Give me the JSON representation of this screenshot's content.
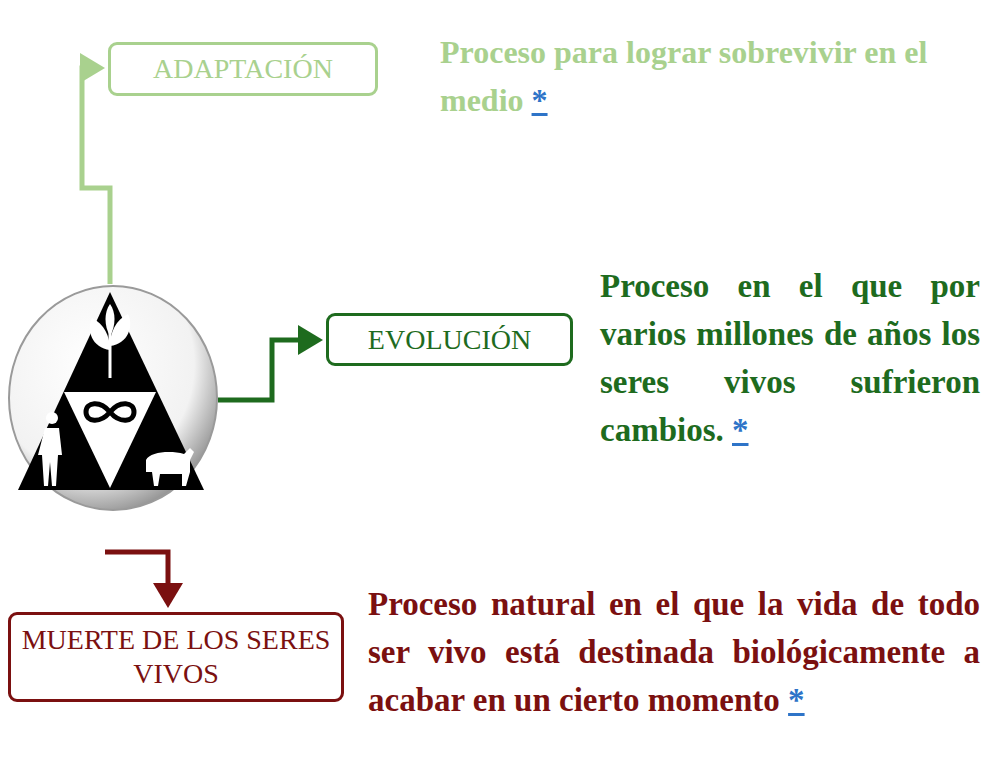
{
  "diagram": {
    "nodes": [
      {
        "text": [
          "ADAPTACIÓN"
        ]
      },
      {
        "text": [
          "EVOLUCIÓN"
        ]
      },
      {
        "text": [
          "MUERTE DE LOS SERES VIVOS"
        ]
      }
    ],
    "labels": [
      "Proceso para lograr sobrevivir en el medio",
      "*",
      "Proceso en el que por varios millones de años los seres vivos sufrieron cambios.",
      "*",
      "Proceso natural en el que la vida de todo ser vivo está destinada biológicamente a acabar en un cierto momento",
      "*"
    ]
  }
}
